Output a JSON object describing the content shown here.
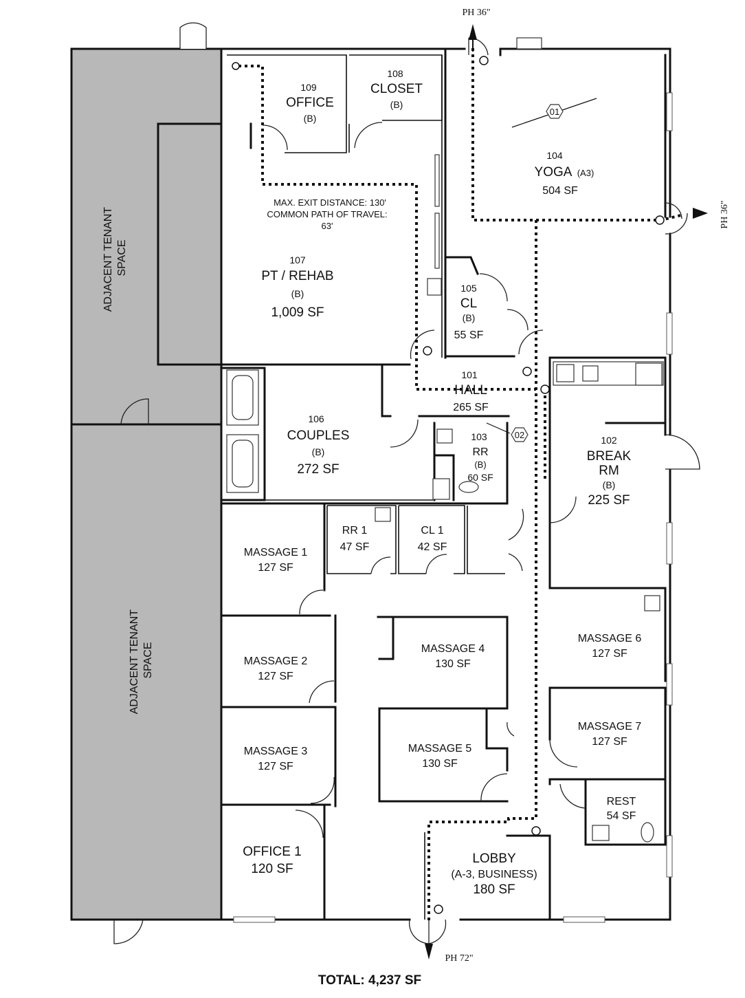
{
  "plan": {
    "total": "TOTAL: 4,237 SF",
    "adjacent_top": [
      "ADJACENT TENANT",
      "SPACE"
    ],
    "adjacent_bottom": [
      "ADJACENT TENANT",
      "SPACE"
    ],
    "exit_note": [
      "MAX. EXIT DISTANCE: 130'",
      "COMMON PATH OF TRAVEL:",
      "63'"
    ],
    "exits": {
      "top": "PH 36\"",
      "right": "PH 36\"",
      "bottom": "PH 72\""
    },
    "tags": [
      "01",
      "02"
    ],
    "rooms": {
      "office109": {
        "num": "109",
        "name": "OFFICE",
        "occ": "(B)"
      },
      "closet108": {
        "num": "108",
        "name": "CLOSET",
        "occ": "(B)"
      },
      "yoga104": {
        "num": "104",
        "name": "YOGA",
        "occ": "(A3)",
        "area": "504 SF"
      },
      "rehab107": {
        "num": "107",
        "name": "PT / REHAB",
        "occ": "(B)",
        "area": "1,009 SF"
      },
      "cl105": {
        "num": "105",
        "name": "CL",
        "occ": "(B)",
        "area": "55 SF"
      },
      "hall101": {
        "num": "101",
        "name": "HALL",
        "area": "265 SF"
      },
      "couples106": {
        "num": "106",
        "name": "COUPLES",
        "occ": "(B)",
        "area": "272 SF"
      },
      "rr103": {
        "num": "103",
        "name": "RR",
        "occ": "(B)",
        "area": "60 SF"
      },
      "break102": {
        "num": "102",
        "name1": "BREAK",
        "name2": "RM",
        "occ": "(B)",
        "area": "225 SF"
      },
      "massage1": {
        "name": "MASSAGE 1",
        "area": "127 SF"
      },
      "rr1": {
        "name": "RR 1",
        "area": "47 SF"
      },
      "cl1": {
        "name": "CL 1",
        "area": "42 SF"
      },
      "massage2": {
        "name": "MASSAGE 2",
        "area": "127 SF"
      },
      "massage3": {
        "name": "MASSAGE 3",
        "area": "127 SF"
      },
      "massage4": {
        "name": "MASSAGE 4",
        "area": "130 SF"
      },
      "massage5": {
        "name": "MASSAGE 5",
        "area": "130 SF"
      },
      "massage6": {
        "name": "MASSAGE 6",
        "area": "127 SF"
      },
      "massage7": {
        "name": "MASSAGE 7",
        "area": "127 SF"
      },
      "rest": {
        "name": "REST",
        "area": "54 SF"
      },
      "office1": {
        "name": "OFFICE 1",
        "area": "120 SF"
      },
      "lobby": {
        "name": "LOBBY",
        "occ": "(A-3, BUSINESS)",
        "area": "180 SF"
      }
    }
  }
}
